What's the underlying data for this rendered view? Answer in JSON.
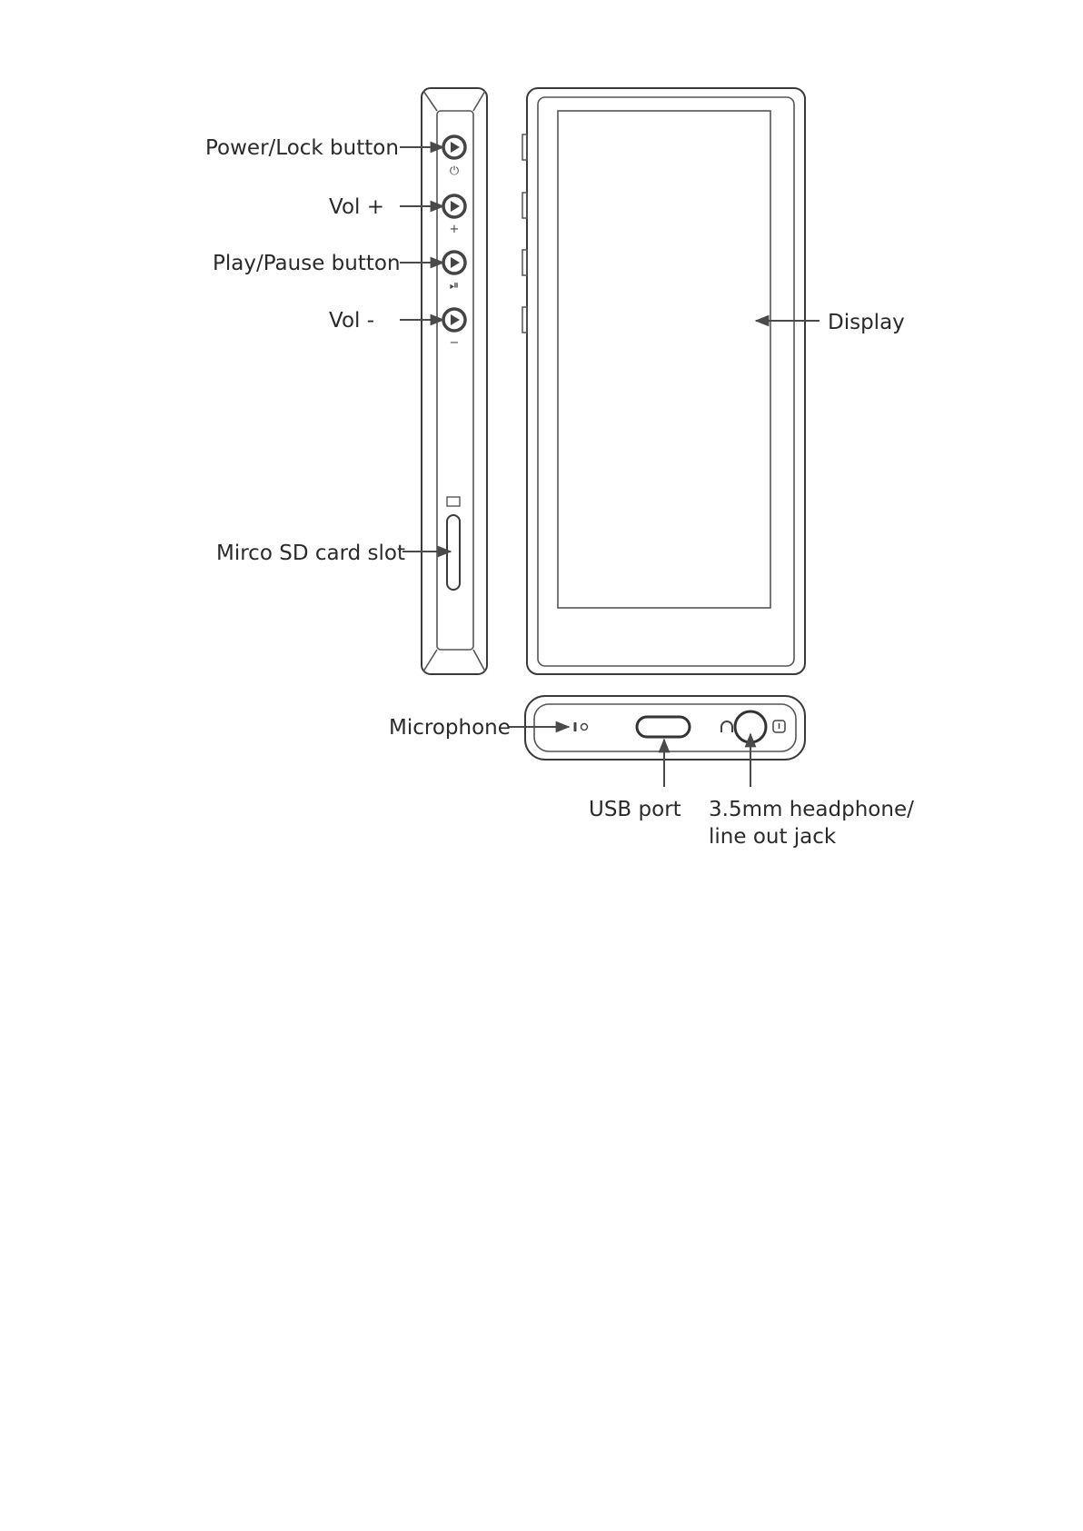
{
  "labels": {
    "power_lock": "Power/Lock button",
    "vol_plus": "Vol  +",
    "play_pause": "Play/Pause button",
    "vol_minus": "Vol  -",
    "display": "Display",
    "sd_slot": "Mirco SD card slot",
    "microphone": "Microphone",
    "usb_port": "USB port",
    "jack_line1": "3.5mm headphone/",
    "jack_line2": "line out jack"
  },
  "button_symbols": {
    "power": "⏻",
    "plus": "+",
    "play": "⏯",
    "minus": "−"
  },
  "colors": {
    "outline": "#3a3a3a",
    "text": "#2a2a2a",
    "background": "#ffffff"
  }
}
